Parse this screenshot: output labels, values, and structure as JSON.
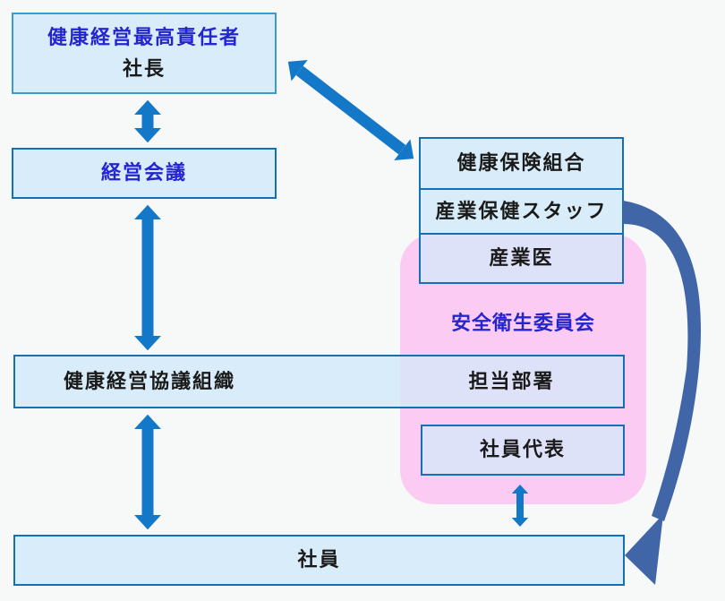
{
  "colors": {
    "background": "#f7f8f8",
    "box_fill": "#d8edf9",
    "lavender_fill": "#dee2f8",
    "pink_fill": "#fbcbf3",
    "box_border": "#1470b4",
    "ceo_border": "#3f9ad2",
    "arrow": "#1478c8",
    "curved_arrow": "#4066a8",
    "blue_text": "#2525cf",
    "black_text": "#1a1a1a"
  },
  "nodes": {
    "ceo": {
      "title": "健康経営最高責任者",
      "subtitle": "社長"
    },
    "management_meeting": {
      "label": "経営会議"
    },
    "health_insurance_union": {
      "label": "健康保険組合"
    },
    "occupational_health_staff": {
      "label": "産業保健スタッフ"
    },
    "occupational_physician": {
      "label": "産業医"
    },
    "safety_health_committee": {
      "label": "安全衛生委員会"
    },
    "health_management_council": {
      "label": "健康経営協議組織"
    },
    "responsible_department": {
      "label": "担当部署"
    },
    "employee_representative": {
      "label": "社員代表"
    },
    "employees": {
      "label": "社員"
    }
  },
  "connections": [
    {
      "type": "double-arrow",
      "from": "ceo",
      "to": "management_meeting"
    },
    {
      "type": "double-arrow",
      "from": "ceo",
      "to": "health_insurance_union"
    },
    {
      "type": "double-arrow",
      "from": "management_meeting",
      "to": "health_management_council"
    },
    {
      "type": "double-arrow",
      "from": "health_management_council",
      "to": "employees"
    },
    {
      "type": "double-arrow",
      "from": "employee_representative",
      "to": "employees"
    },
    {
      "type": "curved-arrow",
      "from": "occupational_health_staff",
      "to": "employees"
    }
  ]
}
